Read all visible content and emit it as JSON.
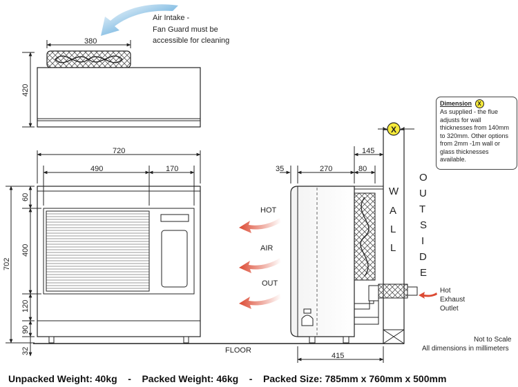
{
  "annotations": {
    "air_intake_line1": "Air Intake -",
    "air_intake_line2": "Fan Guard must be",
    "air_intake_line3": "accessible for cleaning",
    "hot": "HOT",
    "air": "AIR",
    "out": "OUT",
    "floor": "FLOOR",
    "wall": [
      "W",
      "A",
      "L",
      "L"
    ],
    "outside": [
      "O",
      "U",
      "T",
      "S",
      "I",
      "D",
      "E"
    ],
    "hot_exhaust": [
      "Hot",
      "Exhaust",
      "Outlet"
    ],
    "not_to_scale": "Not to Scale",
    "all_dimensions": "All dimensions in millimeters",
    "x_marker": "X"
  },
  "dimensions": {
    "top_width": "380",
    "top_height": "420",
    "front_width": "720",
    "front_left": "490",
    "front_right": "170",
    "front_total_height": "702",
    "front_h60": "60",
    "front_h400": "400",
    "front_h120": "120",
    "front_h90": "90",
    "front_h32": "32",
    "side_35": "35",
    "side_270": "270",
    "side_80": "80",
    "side_145": "145",
    "side_415": "415"
  },
  "note": {
    "title": "Dimension",
    "x": "X",
    "body": "As supplied - the flue adjusts for wall thicknesses from 140mm to 320mm.  Other options from 2mm -1m wall or glass thicknesses available."
  },
  "footer": {
    "text": "Unpacked Weight: 40kg    -    Packed Weight: 46kg    -    Packed Size: 785mm x 760mm x 500mm"
  },
  "colors": {
    "intake_arrow": "#3a9ad6",
    "hot_arrow": "#e0513a",
    "x_marker": "#f6ea3a",
    "line": "#222222"
  }
}
